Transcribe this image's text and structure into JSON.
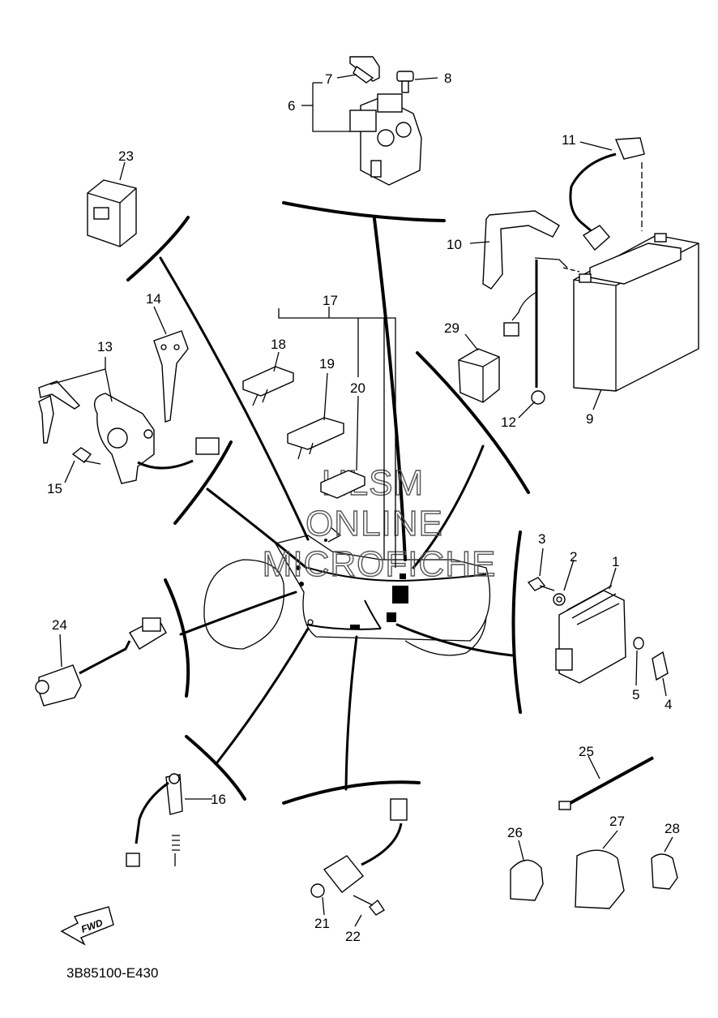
{
  "diagram": {
    "code": "3B85100-E430",
    "fwd_label": "FWD",
    "watermark": [
      "HLSM",
      "ONLINE",
      "MICROFICHE"
    ],
    "callouts": {
      "c1": "1",
      "c2": "2",
      "c3": "3",
      "c4": "4",
      "c5": "5",
      "c6": "6",
      "c7": "7",
      "c8": "8",
      "c9": "9",
      "c10": "10",
      "c11": "11",
      "c12": "12",
      "c13": "13",
      "c14": "14",
      "c15": "15",
      "c16": "16",
      "c17": "17",
      "c18": "18",
      "c19": "19",
      "c20": "20",
      "c21": "21",
      "c22": "22",
      "c23": "23",
      "c24": "24",
      "c25": "25",
      "c26": "26",
      "c27": "27",
      "c28": "28",
      "c29": "29"
    }
  }
}
